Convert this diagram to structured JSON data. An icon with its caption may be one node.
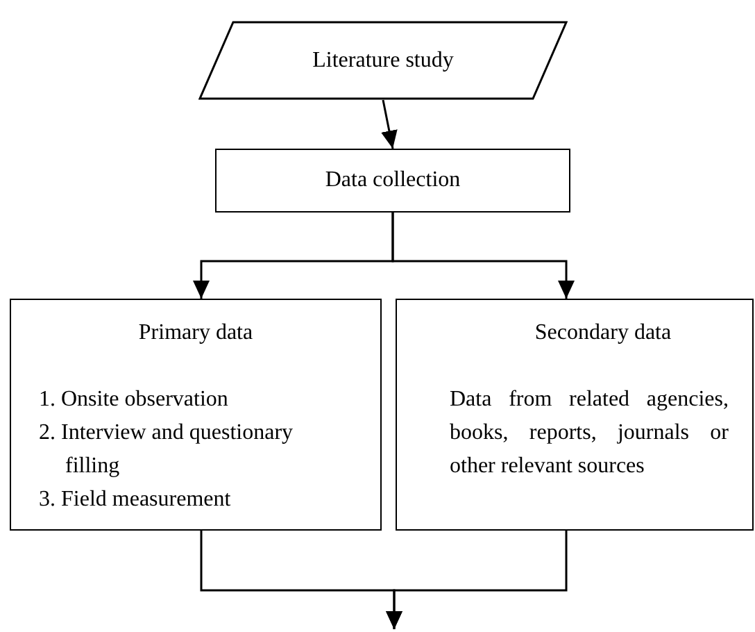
{
  "diagram": {
    "nodes": [
      {
        "text": [
          "Literature study"
        ]
      },
      {
        "text": [
          "Data collection"
        ]
      },
      {
        "text": [
          "Primary data",
          "1. Onsite observation",
          "2. Interview and questionary filling",
          "3. Field measurement"
        ]
      },
      {
        "text": [
          "Secondary data",
          "Data from related agencies, books, reports, journals or other relevant sources"
        ]
      }
    ],
    "edges": [
      {
        "from": 0,
        "to": 1,
        "arrow": "to"
      },
      {
        "from": 1,
        "to": 2,
        "arrow": "to"
      },
      {
        "from": 1,
        "to": 3,
        "arrow": "to"
      },
      {
        "from": 2,
        "to": null,
        "arrow": "to"
      },
      {
        "from": 3,
        "to": null,
        "arrow": "to"
      }
    ]
  }
}
